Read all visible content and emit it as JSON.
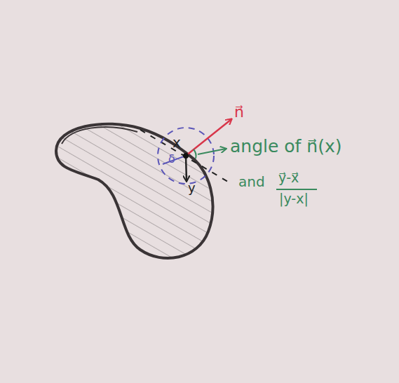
{
  "diagram": {
    "labels": [
      "x",
      "n⃗",
      "δ",
      "y",
      "angle of n⃗(x)",
      "and",
      "y⃗-x⃗",
      "|y-x|"
    ]
  }
}
